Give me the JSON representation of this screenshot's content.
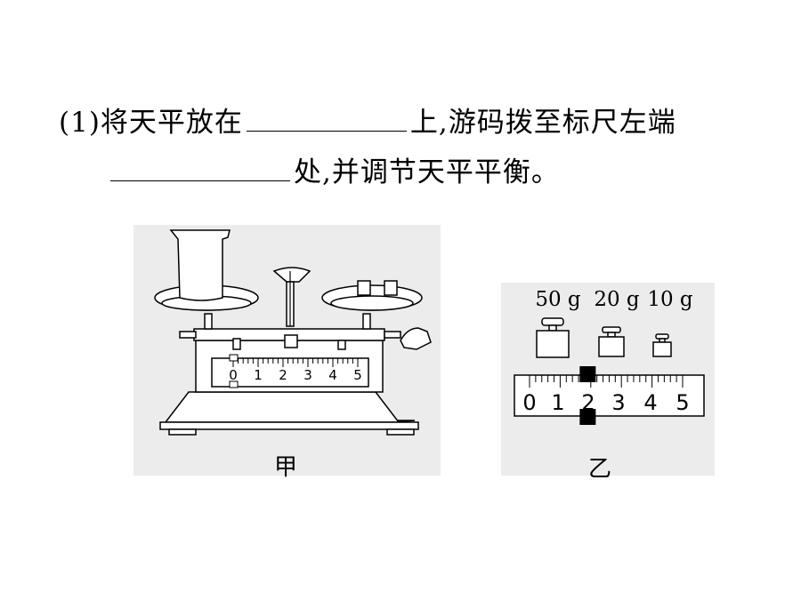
{
  "question": {
    "part_label": "(1)",
    "text_before_blank1": "将天平放在",
    "text_after_blank1": "上,游码拨至标尺左端",
    "text_after_blank2": "处,并调节天平平衡。"
  },
  "figure_a": {
    "caption": "甲",
    "scale_labels": [
      "0",
      "1",
      "2",
      "3",
      "4",
      "5"
    ]
  },
  "figure_b": {
    "caption": "乙",
    "weight_labels": [
      "50 g",
      "20 g",
      "10 g"
    ],
    "scale_labels": [
      "0",
      "1",
      "2",
      "3",
      "4",
      "5"
    ],
    "rider_position_g": 1.9
  }
}
